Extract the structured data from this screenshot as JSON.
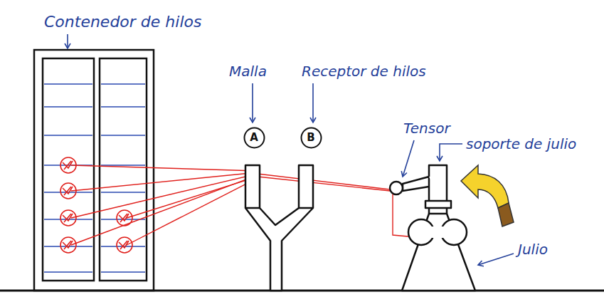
{
  "diagram": {
    "nodes": [
      {
        "text": [
          "A"
        ]
      },
      {
        "text": [
          "B"
        ]
      }
    ],
    "labels": [
      "Contenedor de hilos",
      "Malla",
      "Receptor de hilos",
      "Tensor",
      "soporte de julio",
      "Julio"
    ]
  }
}
